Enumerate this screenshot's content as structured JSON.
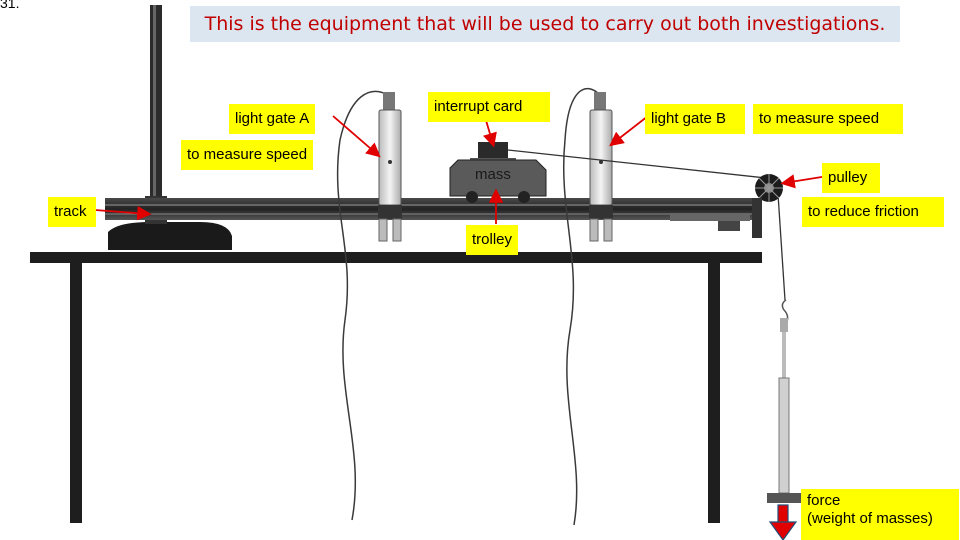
{
  "corner_mark": "31.",
  "title": "This is the equipment that will be used to carry out both investigations.",
  "labels": {
    "light_gate_a": "light gate A",
    "to_measure_speed_a": "to measure speed",
    "interrupt_card": "interrupt card",
    "mass": "mass",
    "trolley": "trolley",
    "light_gate_b": "light gate B",
    "to_measure_speed_b": "to measure speed",
    "pulley": "pulley",
    "to_reduce_friction": "to reduce friction",
    "track": "track",
    "force_line1": "force",
    "force_line2": "(weight of masses)"
  },
  "colors": {
    "title_text": "#c00000",
    "title_bg": "#dce6f1",
    "label_bg": "#ffff00",
    "arrow": "#e00000",
    "equipment": "#2a2a2a"
  }
}
